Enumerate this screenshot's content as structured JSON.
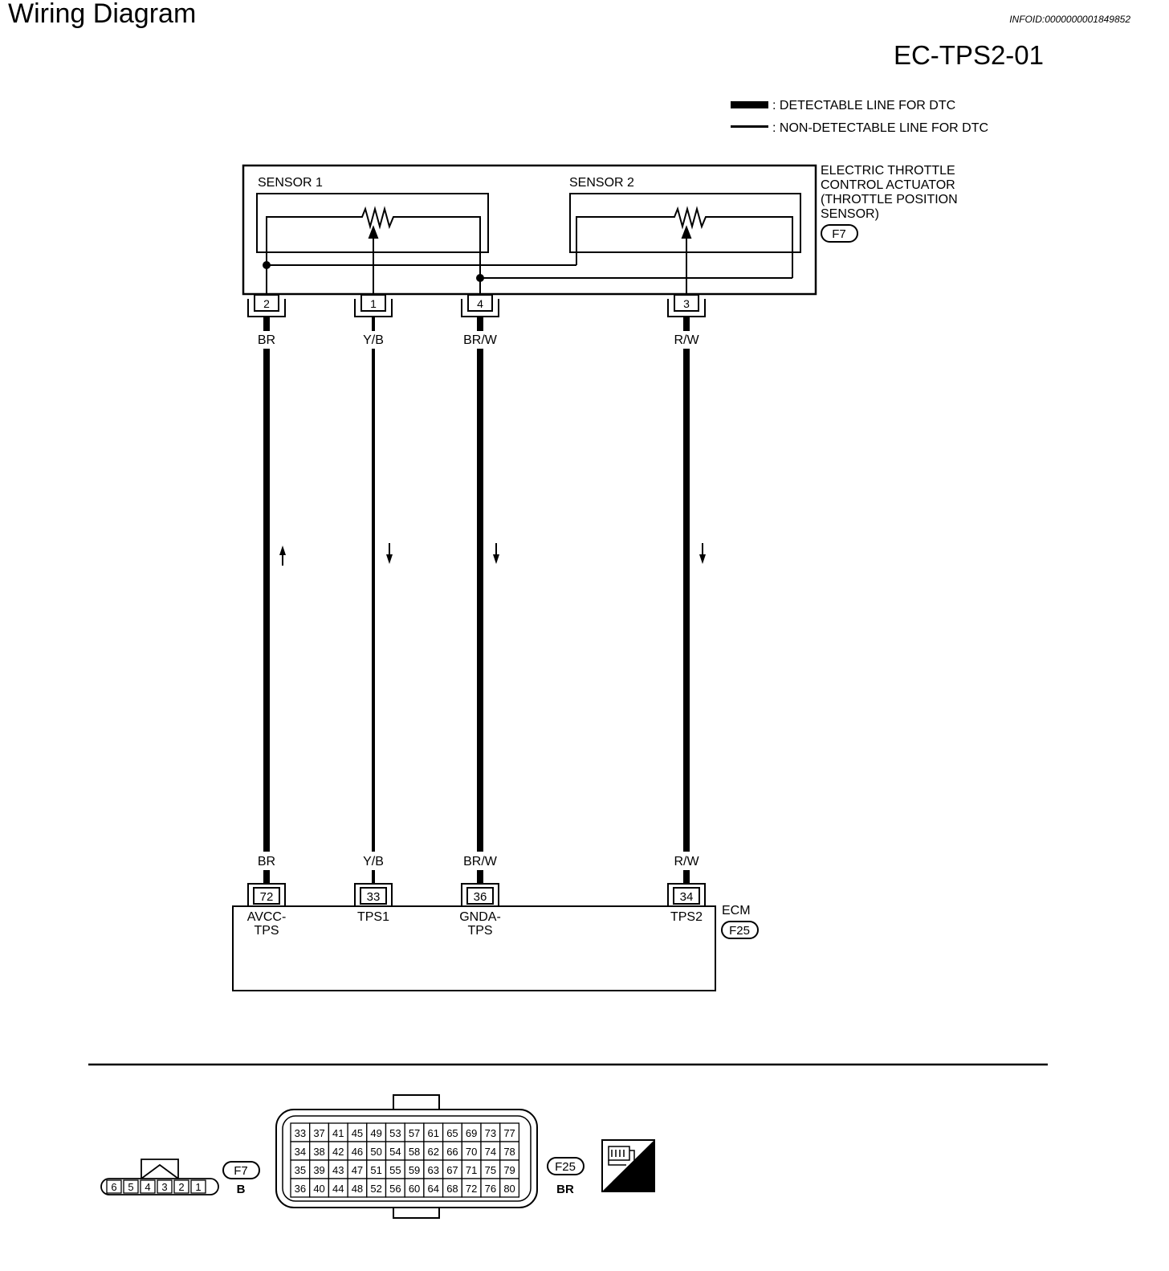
{
  "header": {
    "title": "Wiring Diagram",
    "info_id": "INFOID:0000000001849852",
    "diagram_code": "EC-TPS2-01"
  },
  "legend": {
    "detectable": ": DETECTABLE LINE FOR DTC",
    "non_detectable": ": NON-DETECTABLE LINE FOR DTC"
  },
  "actuator": {
    "name_lines": [
      "ELECTRIC THROTTLE",
      "CONTROL ACTUATOR",
      "(THROTTLE POSITION",
      "SENSOR)"
    ],
    "connector": "F7",
    "sensor1_label": "SENSOR 1",
    "sensor2_label": "SENSOR 2",
    "pins": [
      "2",
      "1",
      "4",
      "3"
    ]
  },
  "wires": [
    {
      "color_code": "BR",
      "direction": "up",
      "detectable": true
    },
    {
      "color_code": "Y/B",
      "direction": "down",
      "detectable": false
    },
    {
      "color_code": "BR/W",
      "direction": "down",
      "detectable": true
    },
    {
      "color_code": "R/W",
      "direction": "down",
      "detectable": true
    }
  ],
  "ecm": {
    "name": "ECM",
    "connector": "F25",
    "pins": [
      "72",
      "33",
      "36",
      "34"
    ],
    "terminal_labels": [
      [
        "AVCC-",
        "TPS"
      ],
      [
        "TPS1"
      ],
      [
        "GNDA-",
        "TPS"
      ],
      [
        "TPS2"
      ]
    ]
  },
  "connector_views": {
    "f7": {
      "id": "F7",
      "color": "B",
      "pins": [
        "6",
        "5",
        "4",
        "3",
        "2",
        "1"
      ]
    },
    "f25": {
      "id": "F25",
      "color": "BR",
      "rows": [
        [
          "33",
          "37",
          "41",
          "45",
          "49",
          "53",
          "57",
          "61",
          "65",
          "69",
          "73",
          "77"
        ],
        [
          "34",
          "38",
          "42",
          "46",
          "50",
          "54",
          "58",
          "62",
          "66",
          "70",
          "74",
          "78"
        ],
        [
          "35",
          "39",
          "43",
          "47",
          "51",
          "55",
          "59",
          "63",
          "67",
          "71",
          "75",
          "79"
        ],
        [
          "36",
          "40",
          "44",
          "48",
          "52",
          "56",
          "60",
          "64",
          "68",
          "72",
          "76",
          "80"
        ]
      ]
    },
    "hs_label": "H.S."
  }
}
